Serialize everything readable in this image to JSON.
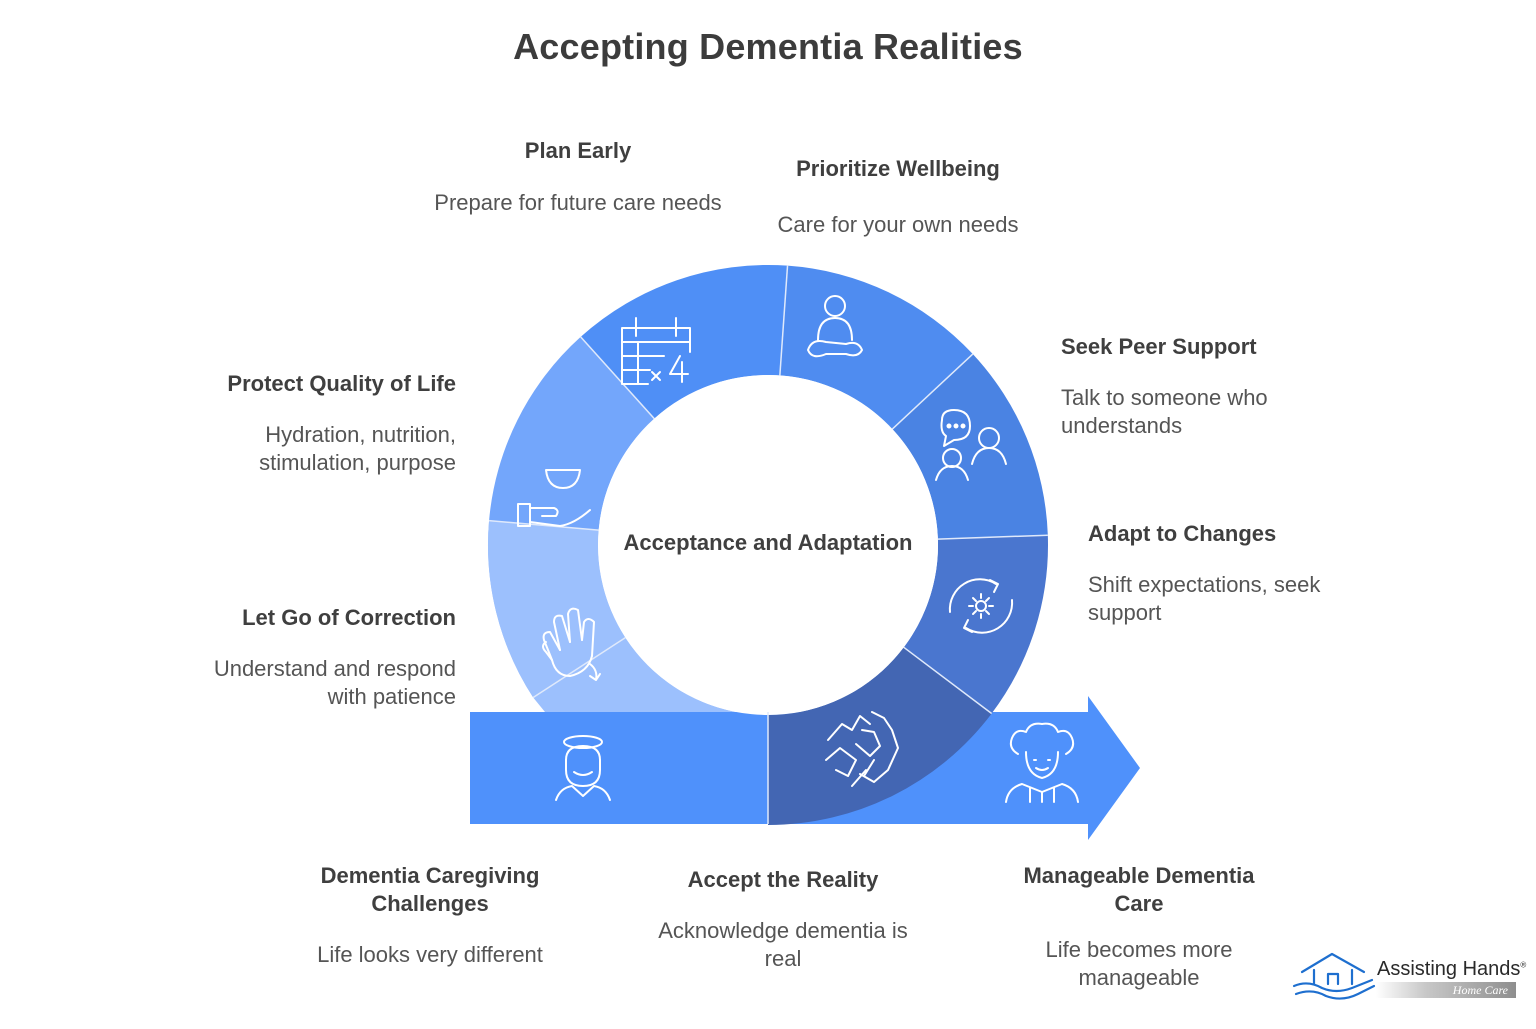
{
  "title": "Accepting Dementia Realities",
  "center": "Acceptance and Adaptation",
  "stages": [
    {
      "key": "challenges",
      "heading": "Dementia Caregiving Challenges",
      "desc": "Life looks very different",
      "color": "#4f91fb"
    },
    {
      "key": "accept",
      "heading": "Accept the Reality",
      "desc": "Acknowledge dementia is real",
      "color": "#4366b3"
    },
    {
      "key": "adapt",
      "heading": "Adapt to Changes",
      "desc": "Shift expectations, seek support",
      "color": "#4a76cf"
    },
    {
      "key": "peer",
      "heading": "Seek Peer Support",
      "desc": "Talk to someone who understands",
      "color": "#4a83e3"
    },
    {
      "key": "wellbeing",
      "heading": "Prioritize Wellbeing",
      "desc": "Care for your own needs",
      "color": "#4f8cf0"
    },
    {
      "key": "plan",
      "heading": "Plan Early",
      "desc": "Prepare for future care needs",
      "color": "#4f8ff6"
    },
    {
      "key": "quality",
      "heading": "Protect Quality of Life",
      "desc": "Hydration, nutrition, stimulation, purpose",
      "color": "#73a6fb"
    },
    {
      "key": "correction",
      "heading": "Let Go of Correction",
      "desc": "Understand and respond with patience",
      "color": "#9cc0fd"
    },
    {
      "key": "manageable",
      "heading": "Manageable Dementia Care",
      "desc": "Life becomes more manageable",
      "color": "#4f91fb"
    }
  ],
  "icons": [
    "caregiver-icon",
    "handshake-icon",
    "gear-cycle-icon",
    "chat-people-icon",
    "meditation-icon",
    "calendar-icon",
    "hand-bowl-icon",
    "waving-hand-icon",
    "elderly-person-icon"
  ],
  "logo": {
    "name": "Assisting Hands",
    "reg": "®",
    "sub": "Home Care"
  }
}
